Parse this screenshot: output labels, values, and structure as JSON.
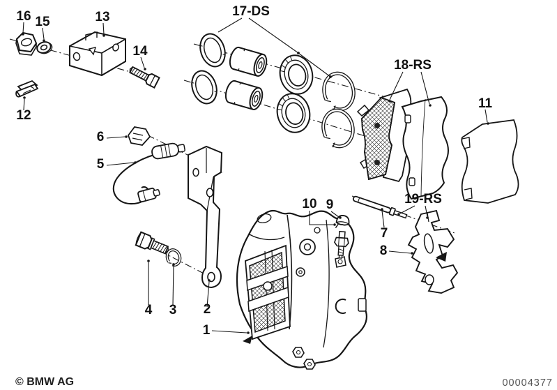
{
  "diagram": {
    "subject": "brake-caliper-exploded-view",
    "colors": {
      "line": "#161616",
      "background": "#ffffff"
    }
  },
  "callouts": {
    "c1": "1",
    "c2": "2",
    "c3": "3",
    "c4": "4",
    "c5": "5",
    "c6": "6",
    "c7": "7",
    "c8": "8",
    "c9": "9",
    "c10": "10",
    "c11": "11",
    "c12": "12",
    "c13": "13",
    "c14": "14",
    "c15": "15",
    "c16": "16",
    "c17": "17-DS",
    "c18": "18-RS",
    "c19": "19-RS"
  },
  "footer": {
    "copyright": "© BMW AG",
    "diagram_number": "00004377"
  }
}
